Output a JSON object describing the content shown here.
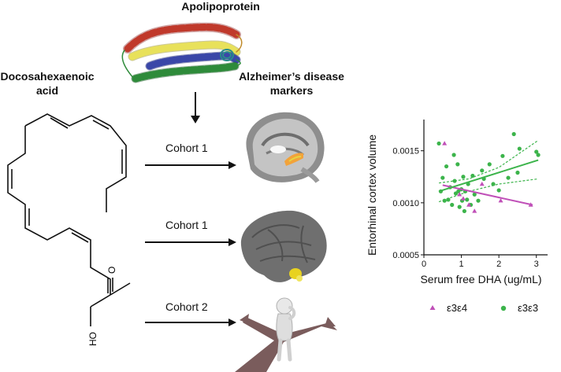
{
  "labels": {
    "apolipoprotein": "Apolipoprotein",
    "dha_line1": "Docosahexaenoic",
    "dha_line2": "acid",
    "ad_line1": "Alzheimer’s disease",
    "ad_line2": "markers",
    "cohorts": [
      "Cohort 1",
      "Cohort 1",
      "Cohort 2"
    ],
    "dha_atom_o": "O",
    "dha_atom_oh": "HO"
  },
  "colors": {
    "helix_red": "#c0392b",
    "helix_yellow": "#e8e15a",
    "helix_blue": "#3a47a8",
    "helix_green": "#2e8b3a",
    "helix_teal": "#2a8c8c",
    "e3e4": "#c050b8",
    "e3e3": "#3cb44b",
    "brain_highlight": "#f2a33a",
    "brain_yellow": "#e8d21f"
  },
  "chart_data": {
    "type": "scatter",
    "xlabel": "Serum free DHA (ug/mL)",
    "ylabel": "Entorhinal cortex volume",
    "xlim": [
      0,
      3.3
    ],
    "ylim": [
      0.0005,
      0.0018
    ],
    "xticks": [
      "0",
      "1",
      "2",
      "3"
    ],
    "yticks": [
      "0.0005",
      "0.0010",
      "0.0015"
    ],
    "legend_placement": "bottom",
    "series": [
      {
        "name": "ε3ε4",
        "color": "#c050b8",
        "marker": "triangle",
        "points": [
          [
            0.55,
            0.00157
          ],
          [
            0.95,
            0.00108
          ],
          [
            1.05,
            0.00104
          ],
          [
            1.2,
            0.00098
          ],
          [
            1.35,
            0.00092
          ],
          [
            1.55,
            0.00118
          ],
          [
            2.05,
            0.00102
          ],
          [
            2.85,
            0.00098
          ]
        ],
        "fit": {
          "x": [
            0.5,
            2.9
          ],
          "y": [
            0.00117,
            0.00098
          ]
        }
      },
      {
        "name": "ε3ε3",
        "color": "#3cb44b",
        "marker": "circle",
        "points": [
          [
            0.4,
            0.00157
          ],
          [
            0.45,
            0.00111
          ],
          [
            0.5,
            0.00124
          ],
          [
            0.55,
            0.00102
          ],
          [
            0.6,
            0.00135
          ],
          [
            0.65,
            0.00103
          ],
          [
            0.7,
            0.00115
          ],
          [
            0.75,
            0.00098
          ],
          [
            0.8,
            0.00146
          ],
          [
            0.82,
            0.00121
          ],
          [
            0.85,
            0.00109
          ],
          [
            0.9,
            0.00137
          ],
          [
            0.92,
            0.00111
          ],
          [
            0.95,
            0.00096
          ],
          [
            1.0,
            0.00113
          ],
          [
            1.02,
            0.00102
          ],
          [
            1.05,
            0.00125
          ],
          [
            1.08,
            0.00092
          ],
          [
            1.1,
            0.00111
          ],
          [
            1.15,
            0.00103
          ],
          [
            1.18,
            0.00118
          ],
          [
            1.25,
            0.00098
          ],
          [
            1.3,
            0.00126
          ],
          [
            1.35,
            0.00108
          ],
          [
            1.45,
            0.00102
          ],
          [
            1.55,
            0.00131
          ],
          [
            1.6,
            0.00123
          ],
          [
            1.75,
            0.00137
          ],
          [
            1.85,
            0.00118
          ],
          [
            2.0,
            0.00112
          ],
          [
            2.1,
            0.00145
          ],
          [
            2.25,
            0.00124
          ],
          [
            2.4,
            0.00166
          ],
          [
            2.5,
            0.00129
          ],
          [
            2.55,
            0.00152
          ],
          [
            3.0,
            0.00149
          ],
          [
            3.05,
            0.00146
          ]
        ],
        "fit": {
          "x": [
            0.4,
            3.05
          ],
          "y": [
            0.00111,
            0.00141
          ]
        },
        "ci_upper": {
          "x": [
            0.4,
            1.2,
            2.0,
            3.05
          ],
          "y": [
            0.00119,
            0.00123,
            0.00134,
            0.0016
          ]
        },
        "ci_lower": {
          "x": [
            0.4,
            1.2,
            2.0,
            3.05
          ],
          "y": [
            0.00101,
            0.00111,
            0.00118,
            0.00123
          ]
        }
      }
    ]
  }
}
